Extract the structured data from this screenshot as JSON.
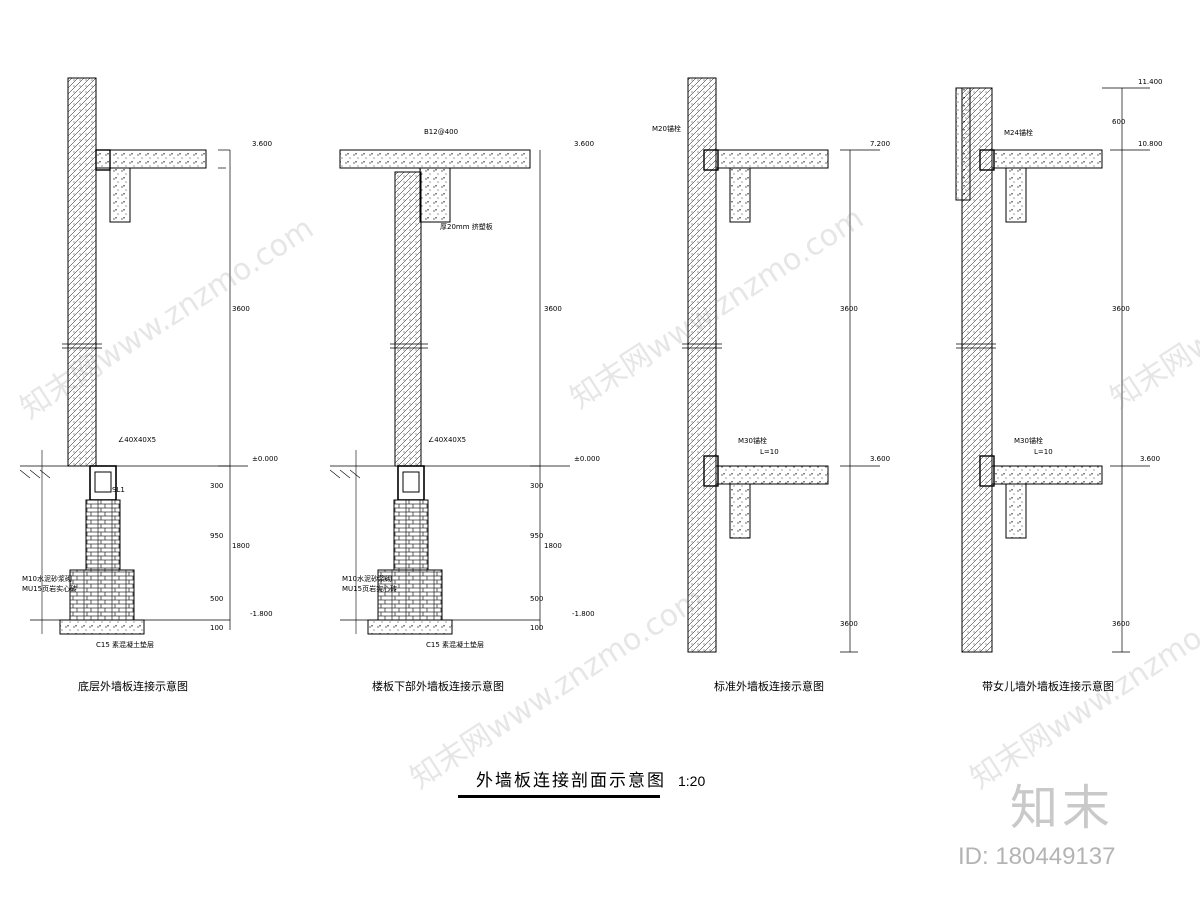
{
  "title": "外墙板连接剖面示意图",
  "scale": "1:20",
  "watermark": {
    "logo": "知末",
    "id": "ID: 180449137",
    "diagonal": "知末网www.znzmo.com"
  },
  "details": [
    {
      "caption": "底层外墙板连接示意图",
      "levels": [
        "3.600",
        "±0.000",
        "-1.800"
      ],
      "dims": [
        "3600",
        "300",
        "950",
        "1800",
        "500",
        "100"
      ],
      "notes": [
        "C15 素混凝土垫层",
        "M10水泥砂浆砌",
        "MU15页岩实心砖",
        "∠40X40X5",
        "SL1"
      ]
    },
    {
      "caption": "楼板下部外墙板连接示意图",
      "levels": [
        "3.600",
        "±0.000",
        "-1.800"
      ],
      "dims": [
        "3600",
        "300",
        "950",
        "1800",
        "500",
        "100"
      ],
      "notes": [
        "C15 素混凝土垫层",
        "M10水泥砂浆砌",
        "MU15页岩实心砖",
        "∠40X40X5",
        "B12@400",
        "厚20mm 挤塑板"
      ]
    },
    {
      "caption": "标准外墙板连接示意图",
      "levels": [
        "7.200",
        "3.600"
      ],
      "dims": [
        "3600",
        "3600"
      ],
      "notes": [
        "M20锚栓",
        "M30锚栓",
        "L=10"
      ]
    },
    {
      "caption": "带女儿墙外墙板连接示意图",
      "levels": [
        "11.400",
        "10.800",
        "3.600"
      ],
      "dims": [
        "600",
        "3600",
        "3600"
      ],
      "notes": [
        "M24锚栓",
        "M30锚栓",
        "L=10"
      ]
    }
  ]
}
